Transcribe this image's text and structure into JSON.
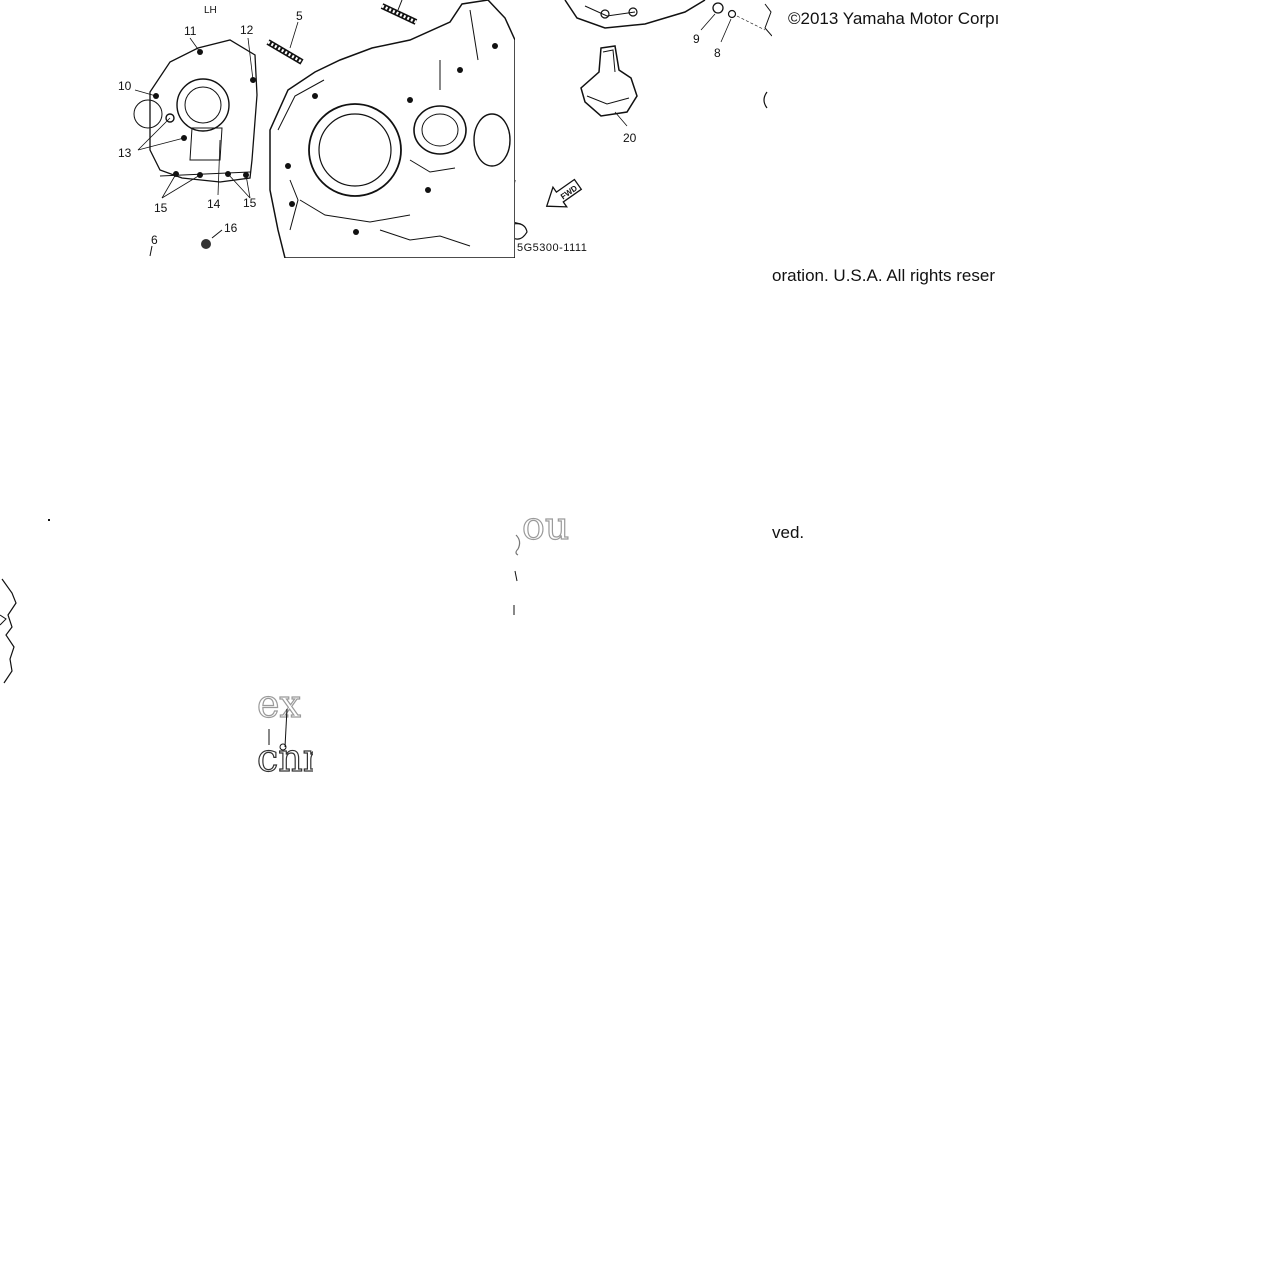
{
  "copyright": {
    "line1": "©2013 Yamaha Motor Corpı",
    "line2": "oration. U.S.A. All rights reser",
    "line3": "ved."
  },
  "diagram": {
    "side_label": "LH",
    "part_number": "5G5300-1111",
    "fwd_label": "FWD",
    "callouts": {
      "c5": "5",
      "c6": "6",
      "c8": "8",
      "c9": "9",
      "c10": "10",
      "c11": "11",
      "c12": "12",
      "c13": "13",
      "c14": "14",
      "c15a": "15",
      "c15b": "15",
      "c16": "16",
      "c20": "20"
    }
  },
  "fragments": {
    "frag_a": "ou",
    "frag_b": "ex",
    "frag_c": "cnn"
  },
  "colors": {
    "ink": "#111111",
    "watermark": "#9a9a9a",
    "background": "#ffffff"
  }
}
